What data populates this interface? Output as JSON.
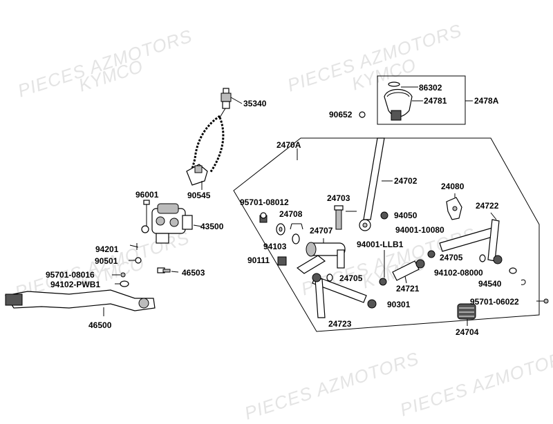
{
  "watermarks": {
    "line1": "PIECES AZMOTORS",
    "line2": "KYMCO"
  },
  "parts": {
    "p35340": "35340",
    "p90545": "90545",
    "p96001": "96001",
    "p43500": "43500",
    "p94201": "94201",
    "p90501": "90501",
    "p46503": "46503",
    "p95701_08016": "95701-08016",
    "p94102_PWB1": "94102-PWB1",
    "p46500": "46500",
    "p86302": "86302",
    "p24781": "24781",
    "p2478A": "2478A",
    "p90652": "90652",
    "p2470A": "2470A",
    "p24702": "24702",
    "p24703": "24703",
    "p95701_08012": "95701-08012",
    "p24708": "24708",
    "p94050": "94050",
    "p24080": "24080",
    "p24722": "24722",
    "p24707": "24707",
    "p94001_10080": "94001-10080",
    "p94103": "94103",
    "p94001_LLB1": "94001-LLB1",
    "p90111": "90111",
    "p24705a": "24705",
    "p24705b": "24705",
    "p94102_08000": "94102-08000",
    "p24721": "24721",
    "p94540": "94540",
    "p90301": "90301",
    "p95701_06022": "95701-06022",
    "p24723": "24723",
    "p24704": "24704"
  }
}
